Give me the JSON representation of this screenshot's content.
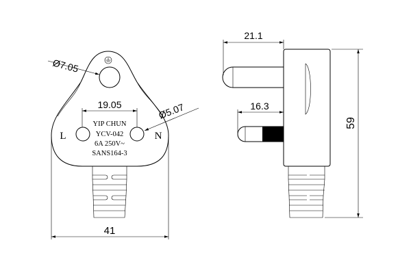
{
  "front_view": {
    "earth_hole_diameter": "Ø7.05",
    "pin_hole_diameter": "Ø5.07",
    "pin_spacing": "19.05",
    "width": "41",
    "live_label": "L",
    "neutral_label": "N",
    "marking": [
      "YIP CHUN",
      "YCV-042",
      "6A 250V~",
      "SANS164-3"
    ],
    "earth_symbol": "earth-ground-icon"
  },
  "side_view": {
    "earth_pin_length": "21.1",
    "line_pin_length": "16.3",
    "height": "59"
  }
}
